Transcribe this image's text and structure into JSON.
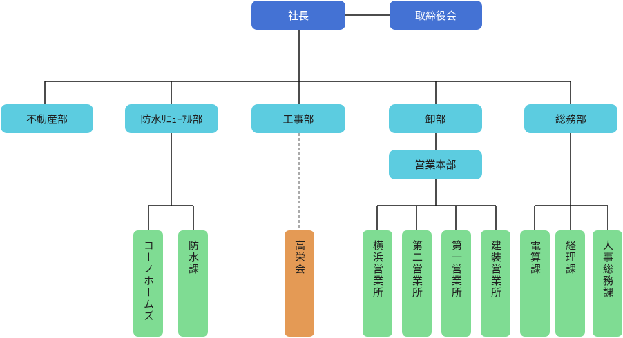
{
  "colors": {
    "executive": "#4472d4",
    "department": "#5ccce0",
    "section": "#7fdc93",
    "highlight": "#e49a55",
    "connector": "#111111"
  },
  "top": {
    "president": "社長",
    "board": "取締役会"
  },
  "departments": {
    "real_estate": "不動産部",
    "waterproof_renewal": "防水ﾘﾆｭｰｱﾙ部",
    "construction": "工事部",
    "wholesale": "卸部",
    "general_affairs": "総務部"
  },
  "sales_hq": "営業本部",
  "sections": {
    "konohomes": "コーノホームズ",
    "waterproof": "防水課",
    "koeikai": "高栄会",
    "yokohama": "横浜営業所",
    "second_office": "第二営業所",
    "first_office": "第一営業所",
    "construction_office": "建装営業所",
    "computing": "電算課",
    "accounting": "経理課",
    "personnel": "人事総務課"
  }
}
